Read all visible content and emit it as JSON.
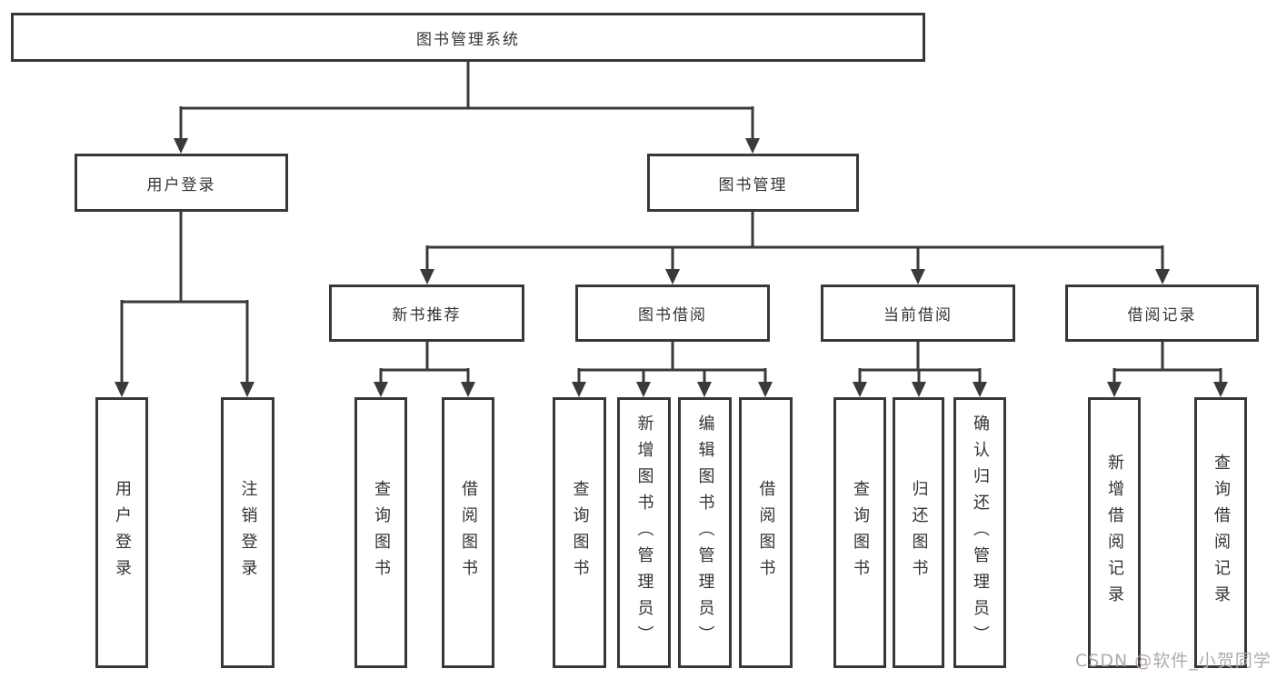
{
  "colors": {
    "line": "#3a3a3a",
    "border": "#383838",
    "text": "#333333",
    "background": "#ffffff",
    "watermark": "#b3a9a9"
  },
  "watermark": {
    "text": "CSDN @软件_小贺同学"
  },
  "tree": {
    "root": {
      "label": "图书管理系统"
    },
    "children": [
      {
        "label": "用户登录",
        "children": [
          {
            "label": "用户登录"
          },
          {
            "label": "注销登录"
          }
        ]
      },
      {
        "label": "图书管理",
        "children": [
          {
            "label": "新书推荐",
            "children": [
              {
                "label": "查询图书"
              },
              {
                "label": "借阅图书"
              }
            ]
          },
          {
            "label": "图书借阅",
            "children": [
              {
                "label": "查询图书"
              },
              {
                "label": "新增图书（管理员）"
              },
              {
                "label": "编辑图书（管理员）"
              },
              {
                "label": "借阅图书"
              }
            ]
          },
          {
            "label": "当前借阅",
            "children": [
              {
                "label": "查询图书"
              },
              {
                "label": "归还图书"
              },
              {
                "label": "确认归还（管理员）"
              }
            ]
          },
          {
            "label": "借阅记录",
            "children": [
              {
                "label": "新增借阅记录"
              },
              {
                "label": "查询借阅记录"
              }
            ]
          }
        ]
      }
    ]
  }
}
